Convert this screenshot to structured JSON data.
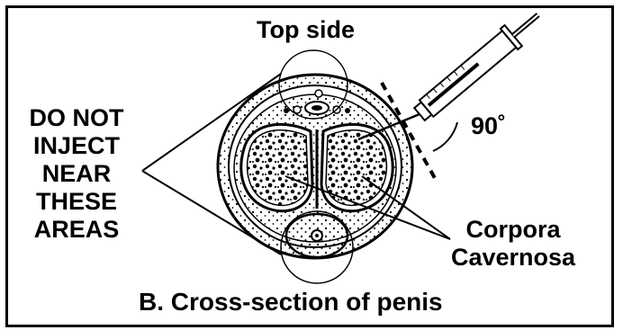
{
  "labels": {
    "top_side": "Top side",
    "warning": [
      "DO NOT",
      "INJECT",
      "NEAR",
      "THESE",
      "AREAS"
    ],
    "angle": "90˚",
    "corpora": [
      "Corpora",
      "Cavernosa"
    ],
    "caption": "B. Cross-section of penis"
  },
  "colors": {
    "ink": "#000000",
    "background": "#ffffff"
  },
  "icons": [
    "syringe-icon",
    "needle-icon"
  ]
}
